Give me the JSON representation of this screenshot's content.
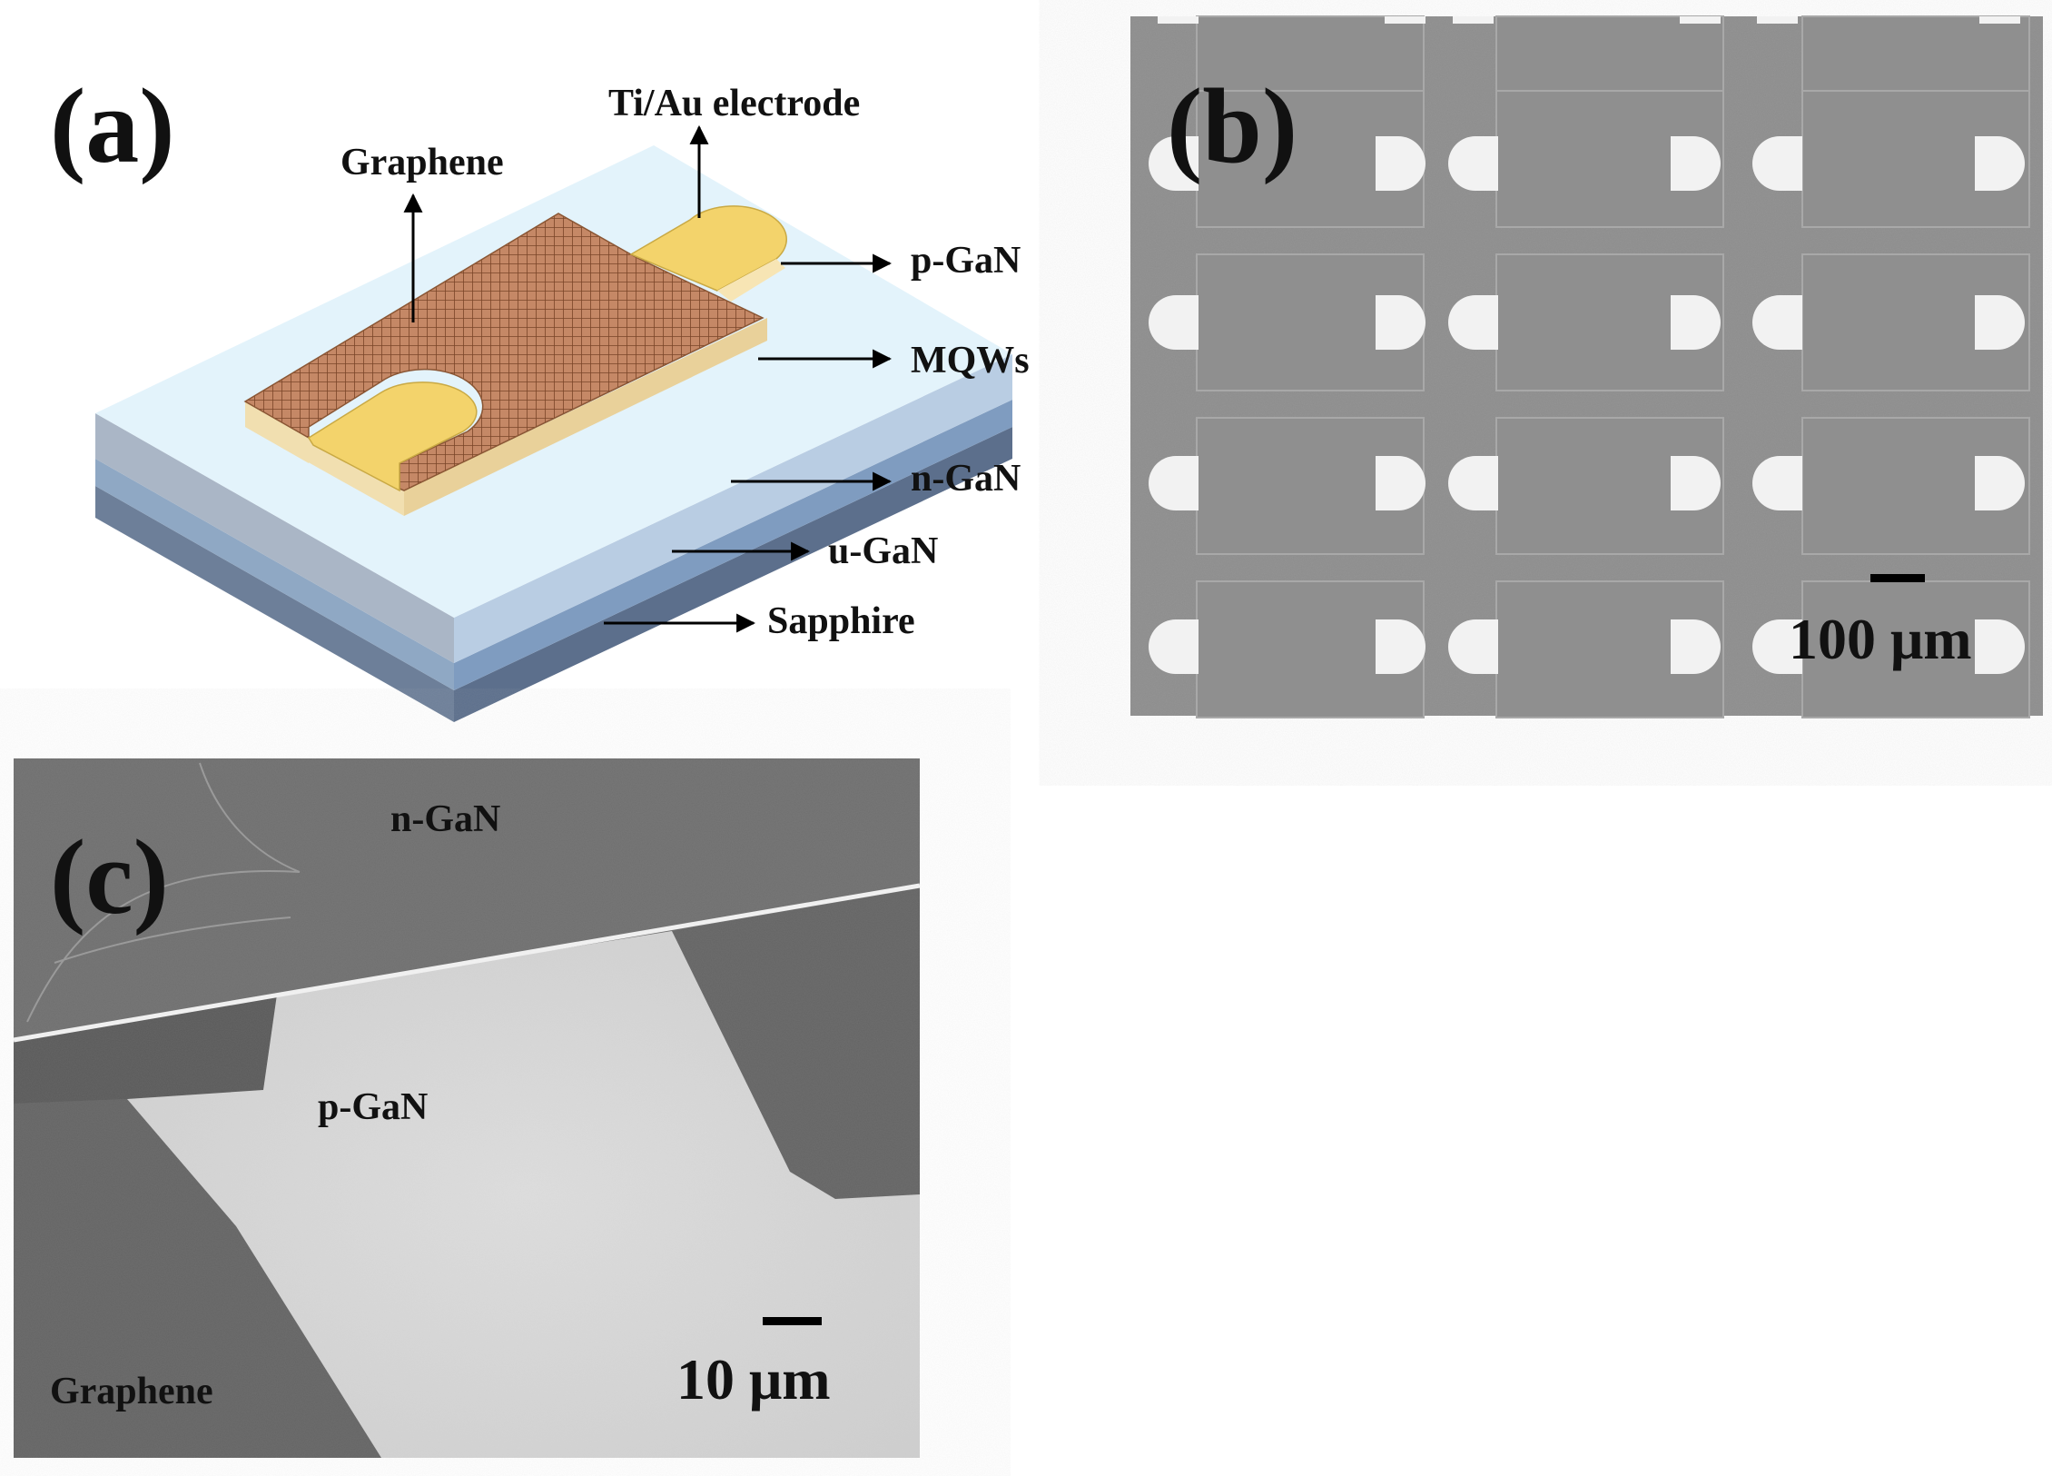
{
  "panel_a": {
    "tag": "(a)",
    "labels": {
      "electrode": "Ti/Au electrode",
      "graphene": "Graphene",
      "pgan": "p-GaN",
      "mqws": "MQWs",
      "ngan": "n-GaN",
      "ugan": "u-GaN",
      "sapphire": "Sapphire"
    }
  },
  "panel_b": {
    "tag": "(b)",
    "scale": "100 μm"
  },
  "panel_c": {
    "tag": "(c)",
    "labels": {
      "ngan": "n-GaN",
      "pgan": "p-GaN",
      "graphene": "Graphene"
    },
    "scale": "10 μm"
  },
  "colors": {
    "graphene": "#b87a55",
    "electrode": "#f3d36b",
    "sem_bg": "#8a8a8a"
  }
}
